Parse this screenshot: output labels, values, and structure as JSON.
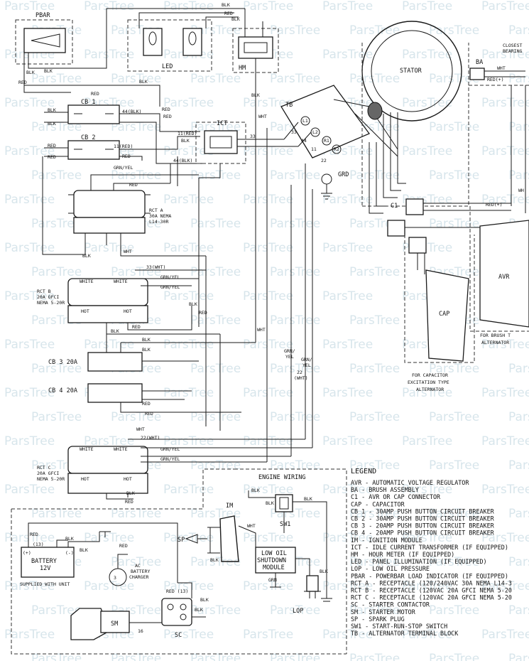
{
  "watermark": "ParsTree",
  "components": {
    "pbar": "PBAR",
    "led": "LED",
    "hm": "HM",
    "stator": "STATOR",
    "closest_bearing": "CLOSEST",
    "closest_bearing2": "BEARING",
    "ba": "BA",
    "cb1": "CB 1",
    "cb2": "CB 2",
    "ict": "ICT",
    "tb": "TB",
    "grd": "GRD",
    "c1": "C1",
    "avr": "AVR",
    "cap": "CAP",
    "rct_a1": "RCT A",
    "rct_a2": "30A NEMA",
    "rct_a3": "L14-30R",
    "rct_b1": "RCT B",
    "rct_b2": "20A GFCI",
    "rct_b3": "NEMA 5-20R",
    "rct_c1": "RCT C",
    "rct_c2": "20A GFCI",
    "rct_c3": "NEMA 5-20R",
    "cb3": "CB 3 20A",
    "cb4": "CB 4 20A",
    "hot": "HOT",
    "white": "WHITE",
    "engine_wiring": "ENGINE WIRING",
    "im": "IM",
    "sw1": "SW1",
    "sp": "SP",
    "low_oil1": "LOW OIL",
    "low_oil2": "SHUTDOWN",
    "low_oil3": "MODULE",
    "lop": "LOP",
    "battery1": "BATTERY",
    "battery2": "12V",
    "supplied": "SUPPLIED WITH UNIT",
    "charger1": "AC",
    "charger2": "BATTERY",
    "charger3": "CHARGER",
    "sm": "SM",
    "sc": "SC",
    "cap_note1": "FOR CAPACITOR",
    "cap_note2": "EXCITATION TYPE",
    "cap_note3": "ALTERNATOR",
    "brush_note1": "FOR BRUSH T",
    "brush_note2": "ALTERNATOR"
  },
  "wires": {
    "red": "RED",
    "blk": "BLK",
    "wht": "WHT",
    "grn": "GRN",
    "grn_yel": "GRN/YEL",
    "grn2": "GRN/",
    "yel": "YEL",
    "w44blk": "44(BLK)",
    "w11red": "11(RED)",
    "w33wht": "33(WHT)",
    "w22wht": "22(WHT)",
    "w22": "22",
    "w22p": "(WHT)",
    "w33": "33",
    "w44": "44",
    "w11": "11",
    "red13": "RED (13)",
    "red13b": "(13)",
    "redp": "RED(+)",
    "redp2": "RED(+)",
    "plus": "(+)",
    "minus": "(-)",
    "n16": "16",
    "l1": "L1",
    "l2": "L2",
    "r1": "R1",
    "r2": "R2",
    "wh": "WH"
  },
  "legend": {
    "title": "LEGEND",
    "items": [
      "AVR - AUTOMATIC VOLTAGE REGULATOR",
      "BA - BRUSH ASSEMBLY",
      "C1 - AVR OR CAP CONNECTOR",
      "CAP - CAPACITOR",
      "CB 1 - 30AMP PUSH BUTTON CIRCUIT BREAKER",
      "CB 2 - 30AMP PUSH BUTTON CIRCUIT BREAKER",
      "CB 3 - 20AMP PUSH BUTTON CIRCUIT BREAKER",
      "CB 4 - 20AMP PUSH BUTTON CIRCUIT BREAKER",
      "IM - IGNITION MODULE",
      "ICT - IDLE CURRENT TRANSFORMER (IF EQUIPPED)",
      "HM - HOUR METER (IF EQUIPPED)",
      "LED - PANEL ILLUMINATION (IF EQUIPPED)",
      "LOP - LOW OIL PRESSURE",
      "PBAR - POWERBAR LOAD INDICATOR (IF EQUIPPED)",
      "RCT A - RECEPTACLE (120/240VAC 30A NEMA L14-3",
      "RCT B - RECEPTACLE (120VAC 20A GFCI NEMA 5-20",
      "RCT C - RECEPTACLE (120VAC 20A GFCI NEMA 5-20",
      "SC - STARTER CONTACTOR",
      "SM - STARTER MOTOR",
      "SP - SPARK PLUG",
      "SW1 - START-RUN-STOP SWITCH",
      "TB - ALTERNATOR TERMINAL BLOCK"
    ]
  }
}
